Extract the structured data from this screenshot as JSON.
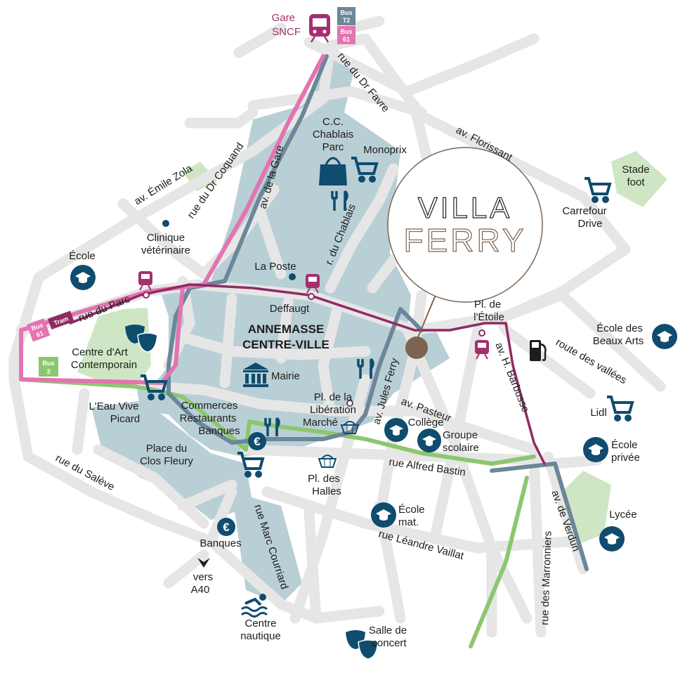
{
  "brand": {
    "line1": "VILLA",
    "line2": "FERRY"
  },
  "district": {
    "line1": "ANNEMASSE",
    "line2": "CENTRE-VILLE"
  },
  "gare": {
    "line1": "Gare",
    "line2": "SNCF"
  },
  "badges": {
    "bus_t2": {
      "line1": "Bus",
      "line2": "T2"
    },
    "bus_61_top": {
      "line1": "Bus",
      "line2": "61"
    },
    "bus_61_left": {
      "line1": "Bus",
      "line2": "61"
    },
    "tram": "Tram",
    "bus_3": {
      "line1": "Bus",
      "line2": "3"
    }
  },
  "streets": {
    "dr_favre": "rue du Dr Favre",
    "florissant": "av. Florissant",
    "emile_zola": "av. Émile Zola",
    "dr_coquand": "rue du Dr Coquand",
    "de_la_gare": "av. de la Gare",
    "chablais": "r. du Chablais",
    "du_parc": "rue du Parc",
    "jules_ferry": "av. Jules Ferry",
    "pasteur": "av. Pasteur",
    "barbusse": "av. H. Barbusse",
    "route_vallees": "route des vallées",
    "alfred_bastin": "rue Alfred Bastin",
    "saleve": "rue du Salève",
    "marc_courriard": "rue Marc Courriard",
    "leandre_vaillat": "rue Léandre Vaillat",
    "marronniers": "rue des Marronniers",
    "verdun": "av. de Verdun"
  },
  "places": {
    "cc_chablais": {
      "line1": "C.C.",
      "line2": "Chablais",
      "line3": "Parc"
    },
    "monoprix": "Monoprix",
    "stade": {
      "line1": "Stade",
      "line2": "foot"
    },
    "carrefour": {
      "line1": "Carrefour",
      "line2": "Drive"
    },
    "clinique": {
      "line1": "Clinique",
      "line2": "vétérinaire"
    },
    "ecole": "École",
    "la_poste": "La Poste",
    "deffaugt": "Deffaugt",
    "etoile": {
      "line1": "Pl. de",
      "line2": "l'Étoile"
    },
    "beaux_arts": {
      "line1": "École des",
      "line2": "Beaux Arts"
    },
    "centre_art": {
      "line1": "Centre d'Art",
      "line2": "Contemporain"
    },
    "mairie": "Mairie",
    "liberation": {
      "line1": "Pl. de la",
      "line2": "Libération"
    },
    "marche": "Marché",
    "college": "Collège",
    "groupe_scolaire": {
      "line1": "Groupe",
      "line2": "scolaire"
    },
    "lidl": "Lidl",
    "ecole_privee": {
      "line1": "École",
      "line2": "privée"
    },
    "eau_vive": {
      "line1": "L'Eau Vive",
      "line2": "Picard"
    },
    "commerces": {
      "line1": "Commerces",
      "line2": "Restaurants",
      "line3": "Banques"
    },
    "clos_fleury": {
      "line1": "Place du",
      "line2": "Clos Fleury"
    },
    "halles": {
      "line1": "Pl. des",
      "line2": "Halles"
    },
    "ecole_mat": {
      "line1": "École",
      "line2": "mat."
    },
    "lycee": "Lycée",
    "banques": "Banques",
    "a40": {
      "line1": "vers",
      "line2": "A40"
    },
    "centre_nautique": {
      "line1": "Centre",
      "line2": "nautique"
    },
    "salle_concert": {
      "line1": "Salle de",
      "line2": "concert"
    }
  },
  "colors": {
    "road": "#e6e6e6",
    "block": "#b9cfd6",
    "park": "#cfe6c4",
    "navy": "#0f4c6e",
    "bus_pink": "#e374b0",
    "tram": "#8f2a63",
    "bus_green": "#8cc770",
    "bus_slate": "#6b8799",
    "villa_dot": "#7c6451"
  }
}
